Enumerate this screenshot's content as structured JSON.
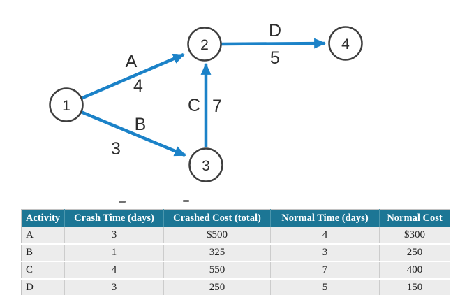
{
  "diagram": {
    "accent_color": "#1b82c8",
    "node_outline_color": "#3f3f3f",
    "nodes": [
      {
        "id": "1"
      },
      {
        "id": "2"
      },
      {
        "id": "3"
      },
      {
        "id": "4"
      }
    ],
    "edges": [
      {
        "activity": "A",
        "duration": "4",
        "from": "1",
        "to": "2"
      },
      {
        "activity": "B",
        "duration": "3",
        "from": "1",
        "to": "3"
      },
      {
        "activity": "C",
        "duration": "7",
        "from": "3",
        "to": "2"
      },
      {
        "activity": "D",
        "duration": "5",
        "from": "2",
        "to": "4"
      }
    ]
  },
  "table": {
    "header_bg_color": "#1c7695",
    "headers": [
      "Activity",
      "Crash Time (days)",
      "Crashed Cost (total)",
      "Normal Time (days)",
      "Normal Cost"
    ],
    "rows": [
      [
        "A",
        "3",
        "$500",
        "4",
        "$300"
      ],
      [
        "B",
        "1",
        "325",
        "3",
        "250"
      ],
      [
        "C",
        "4",
        "550",
        "7",
        "400"
      ],
      [
        "D",
        "3",
        "250",
        "5",
        "150"
      ]
    ]
  }
}
